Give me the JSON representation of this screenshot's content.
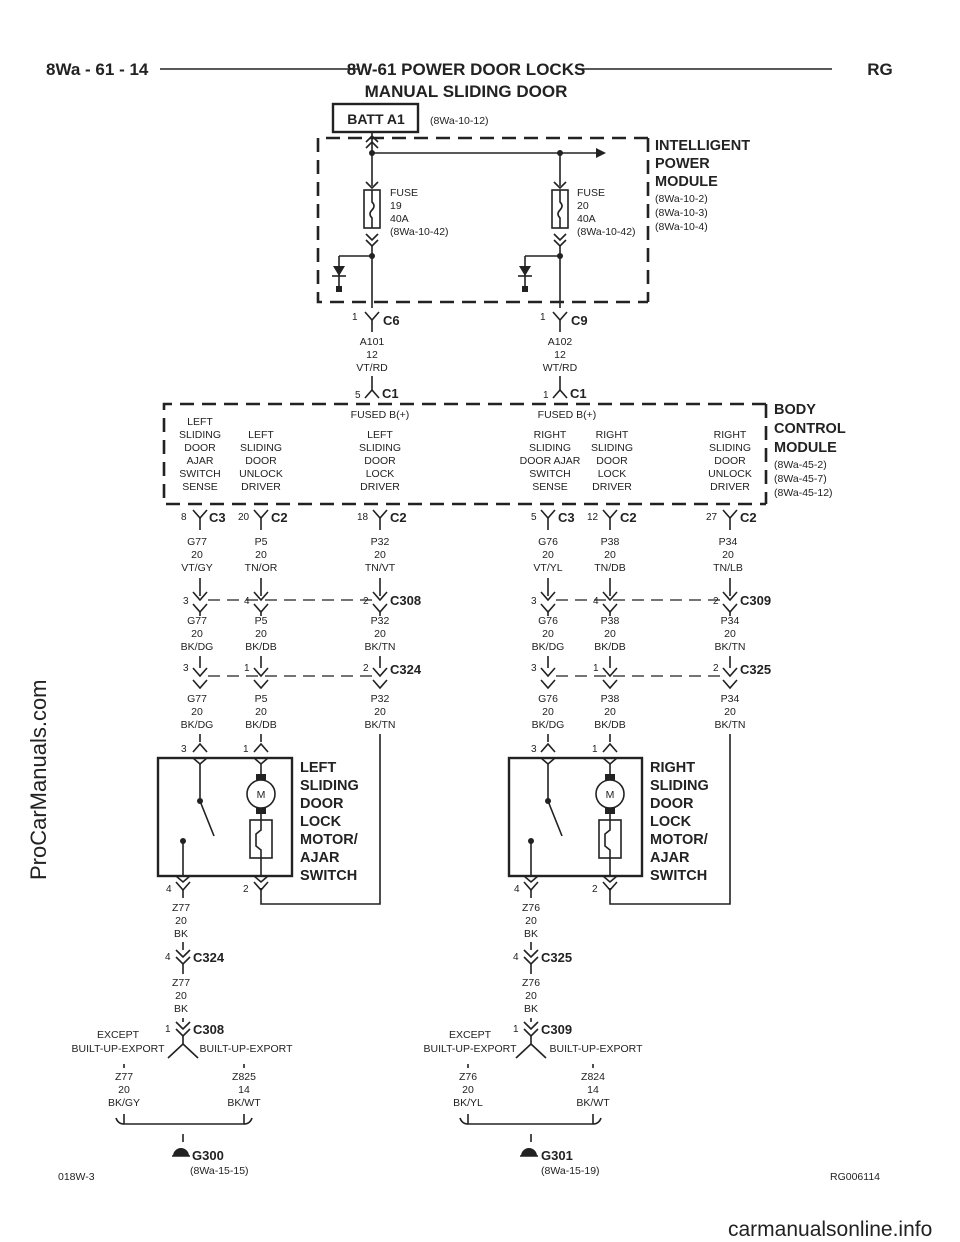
{
  "header": {
    "left": "8Wa - 61 - 14",
    "title1": "8W-61 POWER DOOR LOCKS",
    "title2": "MANUAL SLIDING DOOR",
    "right": "RG"
  },
  "batt": {
    "label": "BATT A1",
    "ref": "(8Wa-10-12)"
  },
  "ipm": {
    "title": [
      "INTELLIGENT",
      "POWER",
      "MODULE"
    ],
    "refs": [
      "(8Wa-10-2)",
      "(8Wa-10-3)",
      "(8Wa-10-4)"
    ],
    "fuses": [
      {
        "lines": [
          "FUSE",
          "19",
          "40A",
          "(8Wa-10-42)"
        ],
        "pin": "1",
        "conn": "C6",
        "wire": [
          "A101",
          "12",
          "VT/RD"
        ]
      },
      {
        "lines": [
          "FUSE",
          "20",
          "40A",
          "(8Wa-10-42)"
        ],
        "pin": "1",
        "conn": "C9",
        "wire": [
          "A102",
          "12",
          "WT/RD"
        ]
      }
    ]
  },
  "bcm": {
    "title": [
      "BODY",
      "CONTROL",
      "MODULE"
    ],
    "refs": [
      "(8Wa-45-2)",
      "(8Wa-45-7)",
      "(8Wa-45-12)"
    ],
    "inputs": [
      {
        "pin": "5",
        "conn": "C1",
        "label": "FUSED B(+)"
      },
      {
        "pin": "1",
        "conn": "C1",
        "label": "FUSED B(+)"
      }
    ],
    "functions": [
      [
        "LEFT",
        "SLIDING",
        "DOOR",
        "AJAR",
        "SWITCH",
        "SENSE"
      ],
      [
        "LEFT",
        "SLIDING",
        "DOOR",
        "UNLOCK",
        "DRIVER"
      ],
      [
        "LEFT",
        "SLIDING",
        "DOOR",
        "LOCK",
        "DRIVER"
      ],
      [
        "RIGHT",
        "SLIDING",
        "DOOR AJAR",
        "SWITCH",
        "SENSE"
      ],
      [
        "RIGHT",
        "SLIDING",
        "DOOR",
        "LOCK",
        "DRIVER"
      ],
      [
        "RIGHT",
        "SLIDING",
        "DOOR",
        "UNLOCK",
        "DRIVER"
      ]
    ],
    "outputs": [
      {
        "pin": "8",
        "conn": "C3"
      },
      {
        "pin": "20",
        "conn": "C2"
      },
      {
        "pin": "18",
        "conn": "C2"
      },
      {
        "pin": "5",
        "conn": "C3"
      },
      {
        "pin": "12",
        "conn": "C2"
      },
      {
        "pin": "27",
        "conn": "C2"
      }
    ]
  },
  "wires_bcm": [
    [
      "G77",
      "20",
      "VT/GY"
    ],
    [
      "P5",
      "20",
      "TN/OR"
    ],
    [
      "P32",
      "20",
      "TN/VT"
    ],
    [
      "G76",
      "20",
      "VT/YL"
    ],
    [
      "P38",
      "20",
      "TN/DB"
    ],
    [
      "P34",
      "20",
      "TN/LB"
    ]
  ],
  "c308": {
    "name": "C308",
    "pins": [
      "3",
      "4",
      "2"
    ],
    "wires": [
      [
        "G77",
        "20",
        "BK/DG"
      ],
      [
        "P5",
        "20",
        "BK/DB"
      ],
      [
        "P32",
        "20",
        "BK/TN"
      ]
    ]
  },
  "c309": {
    "name": "C309",
    "pins": [
      "3",
      "4",
      "2"
    ],
    "wires": [
      [
        "G76",
        "20",
        "BK/DG"
      ],
      [
        "P38",
        "20",
        "BK/DB"
      ],
      [
        "P34",
        "20",
        "BK/TN"
      ]
    ]
  },
  "c324": {
    "name": "C324",
    "pins": [
      "3",
      "1",
      "2"
    ],
    "wires": [
      [
        "G77",
        "20",
        "BK/DG"
      ],
      [
        "P5",
        "20",
        "BK/DB"
      ],
      [
        "P32",
        "20",
        "BK/TN"
      ]
    ]
  },
  "c325": {
    "name": "C325",
    "pins": [
      "3",
      "1",
      "2"
    ],
    "wires": [
      [
        "G76",
        "20",
        "BK/DG"
      ],
      [
        "P38",
        "20",
        "BK/DB"
      ],
      [
        "P34",
        "20",
        "BK/TN"
      ]
    ]
  },
  "left_motor": {
    "title": [
      "LEFT",
      "SLIDING",
      "DOOR",
      "LOCK",
      "MOTOR/",
      "AJAR",
      "SWITCH"
    ],
    "top_pins": [
      "3",
      "1"
    ],
    "bottom_pins": [
      "4",
      "2"
    ],
    "motor": "M",
    "ground_wire": [
      "Z77",
      "20",
      "BK"
    ],
    "conn_pin": "4",
    "conn": "C324",
    "ground_wire2": [
      "Z77",
      "20",
      "BK"
    ],
    "splice_pin": "1",
    "splice_conn": "C308",
    "option_left": [
      "EXCEPT",
      "BUILT-UP-EXPORT"
    ],
    "option_right": "BUILT-UP-EXPORT",
    "branch_left": [
      "Z77",
      "20",
      "BK/GY"
    ],
    "branch_right": [
      "Z825",
      "14",
      "BK/WT"
    ],
    "ground": "G300",
    "ground_ref": "(8Wa-15-15)"
  },
  "right_motor": {
    "title": [
      "RIGHT",
      "SLIDING",
      "DOOR",
      "LOCK",
      "MOTOR/",
      "AJAR",
      "SWITCH"
    ],
    "top_pins": [
      "3",
      "1"
    ],
    "bottom_pins": [
      "4",
      "2"
    ],
    "motor": "M",
    "ground_wire": [
      "Z76",
      "20",
      "BK"
    ],
    "conn_pin": "4",
    "conn": "C325",
    "ground_wire2": [
      "Z76",
      "20",
      "BK"
    ],
    "splice_pin": "1",
    "splice_conn": "C309",
    "option_left": [
      "EXCEPT",
      "BUILT-UP-EXPORT"
    ],
    "option_right": "BUILT-UP-EXPORT",
    "branch_left": [
      "Z76",
      "20",
      "BK/YL"
    ],
    "branch_right": [
      "Z824",
      "14",
      "BK/WT"
    ],
    "ground": "G301",
    "ground_ref": "(8Wa-15-19)"
  },
  "footer": {
    "left": "018W-3",
    "right": "RG006114"
  },
  "watermarks": {
    "side": "ProCarManuals.com",
    "bottom": "carmanualsonline.info"
  }
}
